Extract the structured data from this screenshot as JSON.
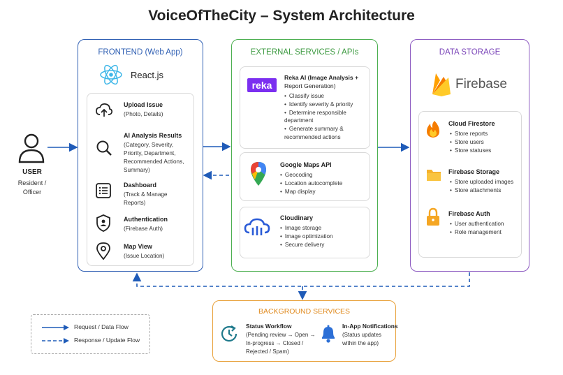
{
  "title": "VoiceOfTheCity – System Architecture",
  "user": {
    "label": "USER",
    "sub_line1": "Resident /",
    "sub_line2": "Officer"
  },
  "frontend": {
    "title": "FRONTEND (Web App)",
    "tech": "React.js",
    "items": [
      {
        "title": "Upload Issue",
        "desc": [
          "(Photo, Details)"
        ]
      },
      {
        "title": "AI Analysis Results",
        "desc": [
          "(Category, Severity,",
          "Priority, Department,",
          "Recommended Actions,",
          "Summary)"
        ]
      },
      {
        "title": "Dashboard",
        "desc": [
          "(Track & Manage",
          "Reports)"
        ]
      },
      {
        "title": "Authentication",
        "desc": [
          "(Firebase Auth)"
        ]
      },
      {
        "title": "Map View",
        "desc": [
          "(Issue Location)"
        ]
      }
    ]
  },
  "external": {
    "title": "EXTERNAL SERVICES / APIs",
    "reka": {
      "logo": "reka",
      "title_line1": "Reka AI (Image Analysis +",
      "title_line2": "Report Generation)",
      "bullets": [
        "Classify issue",
        "Identify severity & priority",
        "Determine responsible"
      ],
      "continuation": "department",
      "bullets2": [
        "Generate summary &"
      ],
      "continuation2": "recommended actions"
    },
    "maps": {
      "title": "Google Maps API",
      "bullets": [
        "Geocoding",
        "Location autocomplete",
        "Map display"
      ]
    },
    "cloudinary": {
      "title": "Cloudinary",
      "bullets": [
        "Image storage",
        "Image optimization",
        "Secure delivery"
      ]
    }
  },
  "storage": {
    "title": "DATA STORAGE",
    "brand": "Firebase",
    "firestore": {
      "title": "Cloud Firestore",
      "bullets": [
        "Store reports",
        "Store users",
        "Store statuses"
      ]
    },
    "fbstorage": {
      "title": "Firebase Storage",
      "bullets": [
        "Store uploaded images",
        "Store attachments"
      ]
    },
    "fbauth": {
      "title": "Firebase Auth",
      "bullets": [
        "User authentication",
        "Role management"
      ]
    }
  },
  "background": {
    "title": "BACKGROUND SERVICES",
    "workflow": {
      "title": "Status Workflow",
      "desc": [
        "(Pending review → Open →",
        "In-progress → Closed /",
        "Rejected / Spam)"
      ]
    },
    "notifications": {
      "title": "In-App Notifications",
      "desc": [
        "(Status updates",
        "within the app)"
      ]
    }
  },
  "legend": {
    "solid": "Request / Data Flow",
    "dashed": "Response / Update Flow"
  },
  "colors": {
    "frontend": "#2f5fb3",
    "external": "#4caf50",
    "storage": "#8e5cc2",
    "background": "#e8a13a",
    "arrow": "#1f5bb8",
    "firebase_orange": "#f5a623"
  }
}
